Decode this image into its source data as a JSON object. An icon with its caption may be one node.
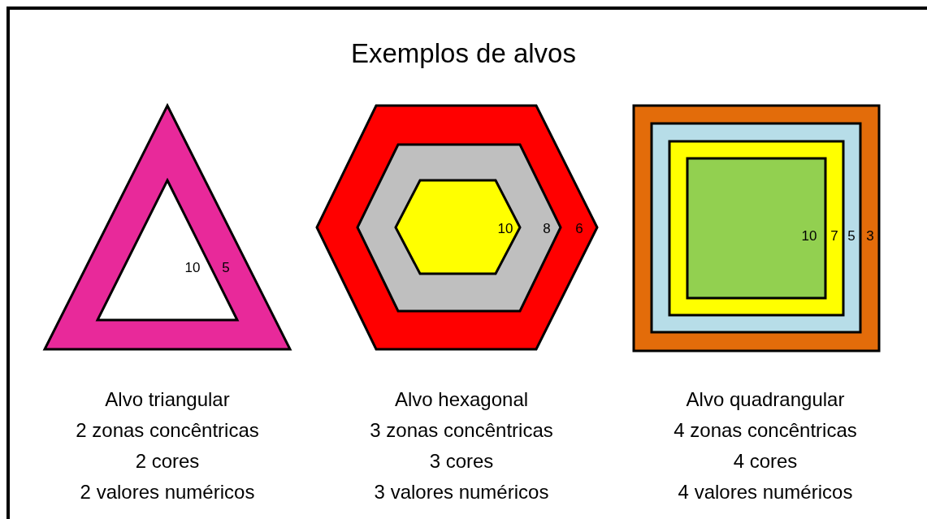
{
  "diagram": {
    "title": "Exemplos de alvos",
    "nodes": [
      {
        "text": [
          "5"
        ],
        "beside": [
          "Alvo triangular",
          "2 zonas concêntricas",
          "2 cores",
          "2 valores numéricos"
        ]
      },
      {
        "text": [
          "10"
        ],
        "in": 0
      },
      {
        "text": [
          "6"
        ],
        "beside": [
          "Alvo hexagonal",
          "3 zonas concêntricas",
          "3 cores",
          "3 valores numéricos"
        ]
      },
      {
        "text": [
          "8"
        ],
        "in": 2
      },
      {
        "text": [
          "10"
        ],
        "in": 3
      },
      {
        "text": [
          "3"
        ],
        "beside": [
          "Alvo quadrangular",
          "4 zonas concêntricas",
          "4 cores",
          "4 valores numéricos"
        ]
      },
      {
        "text": [
          "5"
        ],
        "in": 5
      },
      {
        "text": [
          "7"
        ],
        "in": 6
      },
      {
        "text": [
          "10"
        ],
        "in": 7
      }
    ],
    "edges": []
  }
}
